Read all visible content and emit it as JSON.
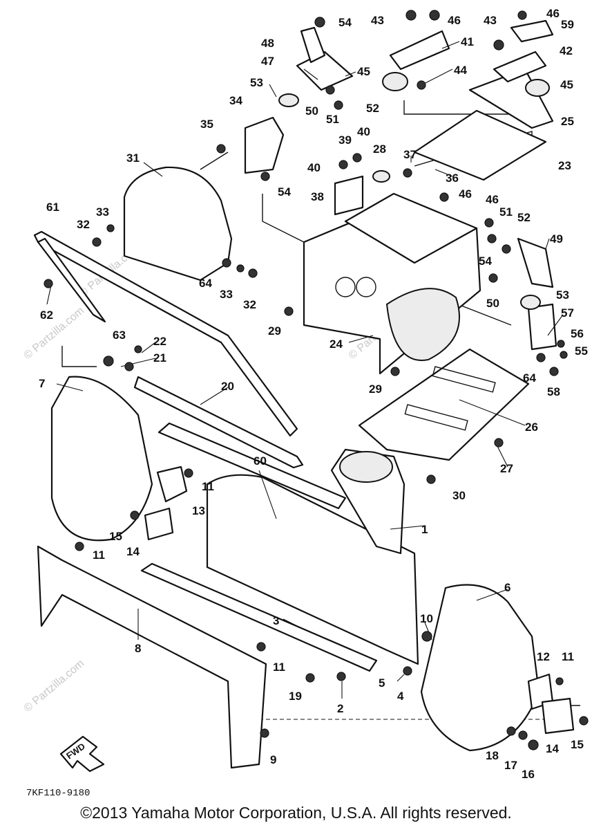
{
  "diagram": {
    "drawing_code": "7KF110-9180",
    "direction_label": "FWD",
    "watermark": "© Partzilla.com",
    "callouts": [
      "1",
      "2",
      "3",
      "4",
      "5",
      "6",
      "7",
      "8",
      "9",
      "10",
      "11",
      "12",
      "13",
      "14",
      "15",
      "16",
      "17",
      "18",
      "19",
      "20",
      "21",
      "22",
      "23",
      "24",
      "25",
      "26",
      "27",
      "28",
      "29",
      "30",
      "31",
      "32",
      "33",
      "34",
      "35",
      "36",
      "37",
      "38",
      "39",
      "40",
      "41",
      "42",
      "43",
      "44",
      "45",
      "46",
      "47",
      "48",
      "49",
      "50",
      "51",
      "52",
      "53",
      "54",
      "55",
      "56",
      "57",
      "58",
      "59",
      "60",
      "61",
      "62",
      "63",
      "64"
    ]
  },
  "footer": {
    "copyright": "©2013 Yamaha Motor Corporation, U.S.A. All rights reserved."
  }
}
